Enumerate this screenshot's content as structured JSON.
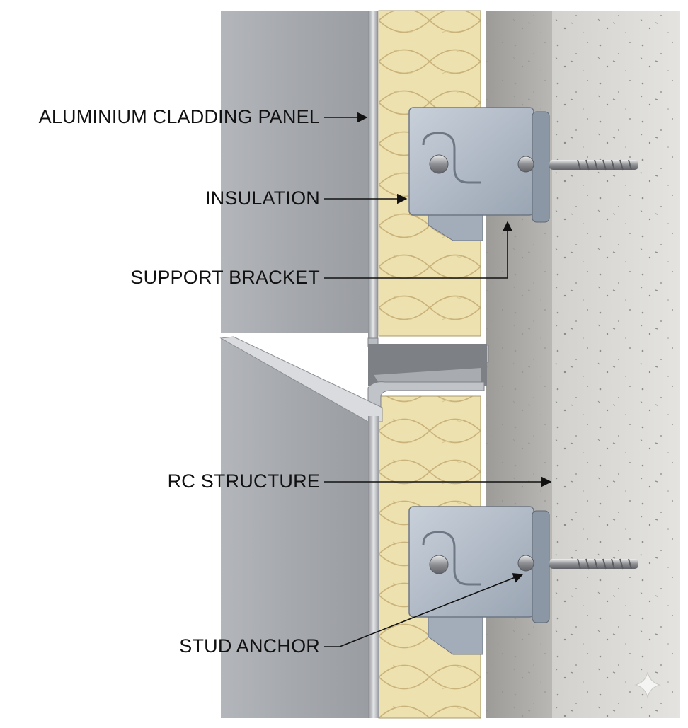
{
  "labels": {
    "cladding": "ALUMINIUM CLADDING PANEL",
    "insulation": "INSULATION",
    "bracket": "SUPPORT BRACKET",
    "rc_structure": "RC STRUCTURE",
    "anchor": "STUD ANCHOR"
  },
  "colors": {
    "aluminium": "#a9acb0",
    "aluminium_light": "#c9ccd0",
    "insulation": "#ede0ae",
    "insulation_line": "#c9b680",
    "concrete": "#d8d7d3",
    "concrete_dark": "#a9a8a4",
    "bracket": "#b7c0cc",
    "leader": "#111111"
  },
  "icons": {
    "watermark": "sparkle-icon"
  }
}
